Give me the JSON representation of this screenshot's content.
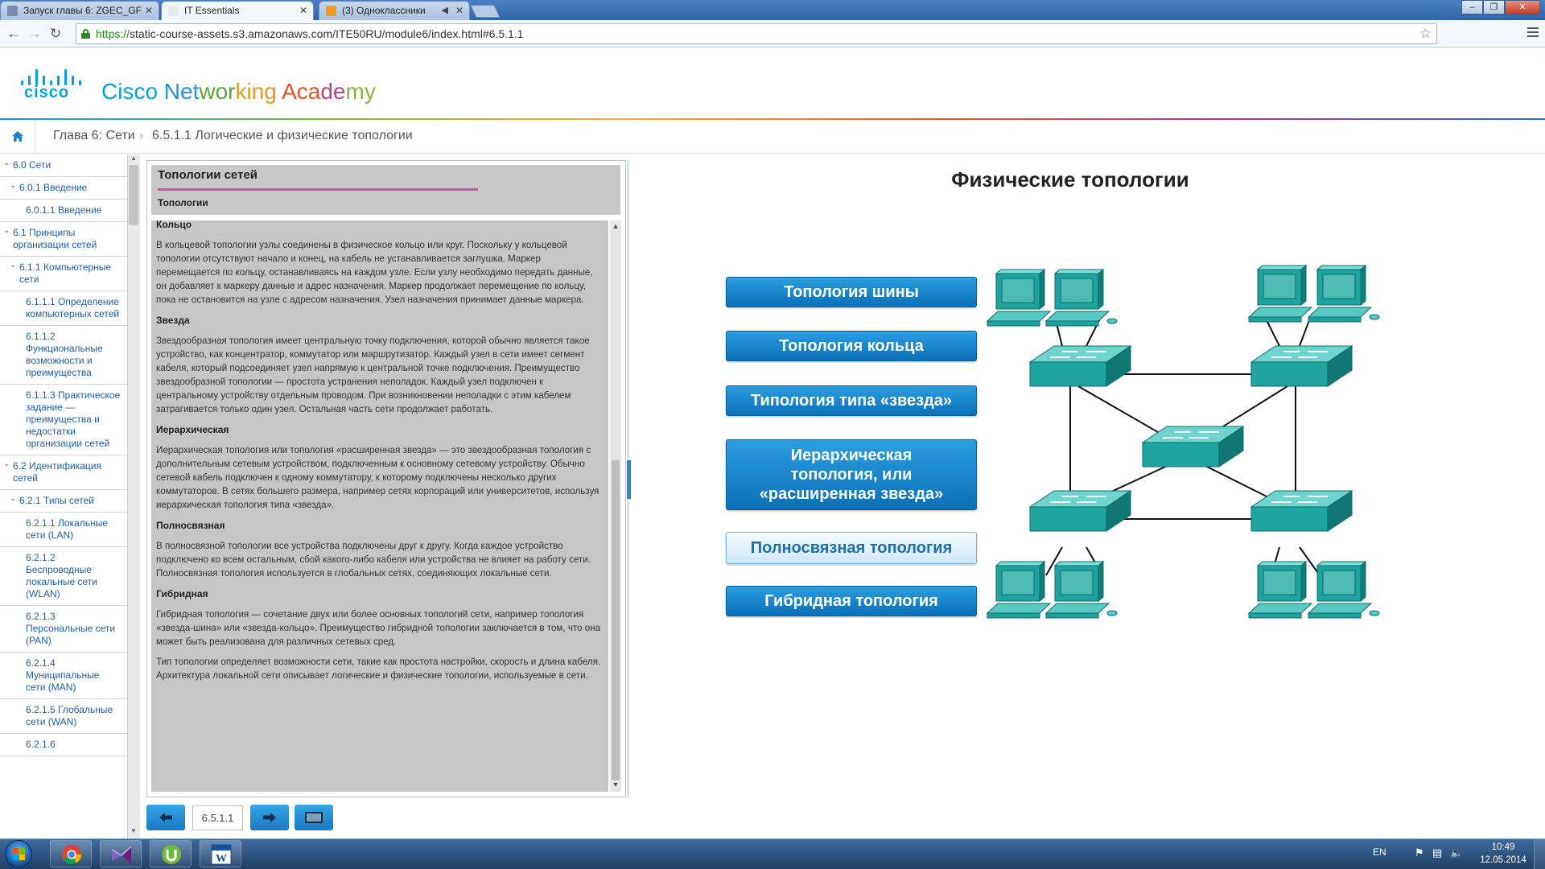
{
  "browser": {
    "tabs": [
      {
        "title": "Запуск главы 6: ZGEC_GF",
        "favicon_color": "#7a8fb0"
      },
      {
        "title": "IT Essentials",
        "favicon_color": "#e7ecf3"
      },
      {
        "title": "(3) Одноклассники",
        "favicon_color": "#f39a21"
      }
    ],
    "url_https": "https://",
    "url_rest": "static-course-assets.s3.amazonaws.com/ITE50RU/module6/index.html#6.5.1.1"
  },
  "header": {
    "logo_word": "cisco",
    "academy_parts": [
      {
        "text": "Cisco ",
        "color": "#049fd9"
      },
      {
        "text": "Net",
        "color": "#2a8fd8"
      },
      {
        "text": "wor",
        "color": "#5aa63a"
      },
      {
        "text": "king ",
        "color": "#e39a20"
      },
      {
        "text": "Aca",
        "color": "#d9532a"
      },
      {
        "text": "de",
        "color": "#b0457f"
      },
      {
        "text": "my",
        "color": "#8ab240"
      }
    ]
  },
  "breadcrumb": {
    "chapter": "Глава 6: Сети",
    "page": "6.5.1.1 Логические и физические топологии"
  },
  "sidebar": {
    "items": [
      {
        "label": "6.0 Сети",
        "level": 0,
        "caret": true
      },
      {
        "label": "6.0.1 Введение",
        "level": 1,
        "caret": true
      },
      {
        "label": "6.0.1.1 Введение",
        "level": 2,
        "caret": false
      },
      {
        "label": "6.1 Принципы организации сетей",
        "level": 0,
        "caret": true
      },
      {
        "label": "6.1.1 Компьютерные сети",
        "level": 1,
        "caret": true
      },
      {
        "label": "6.1.1.1 Определение компьютерных сетей",
        "level": 2,
        "caret": false
      },
      {
        "label": "6.1.1.2 Функциональные возможности и преимущества",
        "level": 2,
        "caret": false
      },
      {
        "label": "6.1.1.3 Практическое задание — преимущества и недостатки организации сетей",
        "level": 2,
        "caret": false
      },
      {
        "label": "6.2 Идентификация сетей",
        "level": 0,
        "caret": true
      },
      {
        "label": "6.2.1 Типы сетей",
        "level": 1,
        "caret": true
      },
      {
        "label": "6.2.1.1 Локальные сети (LAN)",
        "level": 2,
        "caret": false
      },
      {
        "label": "6.2.1.2 Беспроводные локальные сети (WLAN)",
        "level": 2,
        "caret": false
      },
      {
        "label": "6.2.1.3 Персональные сети (PAN)",
        "level": 2,
        "caret": false
      },
      {
        "label": "6.2.1.4 Муниципальные сети (MAN)",
        "level": 2,
        "caret": false
      },
      {
        "label": "6.2.1.5 Глобальные сети (WAN)",
        "level": 2,
        "caret": false
      },
      {
        "label": "6.2.1.6",
        "level": 2,
        "caret": false
      }
    ]
  },
  "content": {
    "title": "Топологии сетей",
    "subtitle": "Топологии",
    "sections": [
      {
        "heading": "Кольцо",
        "paragraphs": [
          "В кольцевой топологии узлы соединены в физическое кольцо или круг. Поскольку у кольцевой топологии отсутствуют начало и конец, на кабель не устанавливается заглушка. Маркер перемещается по кольцу, останавливаясь на каждом узле. Если узлу необходимо передать данные, он добавляет к маркеру данные и адрес назначения. Маркер продолжает перемещение по кольцу, пока не остановится на узле с адресом назначения. Узел назначения принимает данные маркера."
        ]
      },
      {
        "heading": "Звезда",
        "paragraphs": [
          "Звездообразная топология имеет центральную точку подключения, которой обычно является такое устройство, как концентратор, коммутатор или маршрутизатор. Каждый узел в сети имеет сегмент кабеля, который подсоединяет узел напрямую к центральной точке подключения. Преимущество звездообразной топологии — простота устранения неполадок. Каждый узел подключен к центральному устройству отдельным проводом. При возникновении неполадки с этим кабелем затрагивается только один узел. Остальная часть сети продолжает работать."
        ]
      },
      {
        "heading": "Иерархическая",
        "paragraphs": [
          "Иерархическая топология или топология «расширенная звезда» — это звездообразная топология с дополнительным сетевым устройством, подключенным к основному сетевому устройству. Обычно сетевой кабель подключен к одному коммутатору, к которому подключены несколько других коммутаторов. В сетях большего размера, например сетях корпораций или университетов, используя иерархическая топология типа «звезда»."
        ]
      },
      {
        "heading": "Полносвязная",
        "paragraphs": [
          "В полносвязной топологии все устройства подключены друг к другу. Когда каждое устройство подключено ко всем остальным, сбой какого-либо кабеля или устройства не влияет на работу сети. Полносвязная топология используется в глобальных сетях, соединяющих локальные сети."
        ]
      },
      {
        "heading": "Гибридная",
        "paragraphs": [
          "Гибридная топология — сочетание двух или более основных топологий сети, например топология «звезда-шина» или «звезда-кольцо». Преимущество гибридной топологии заключается в том, что она может быть реализована для различных сетевых сред.",
          "Тип топологии определяет возможности сети, такие как простота настройки, скорость и длина кабеля. Архитектура локальной сети описывает логические и физические топологии, используемые в сети."
        ]
      }
    ]
  },
  "pager": {
    "page": "6.5.1.1"
  },
  "diagram": {
    "title": "Физические топологии",
    "buttons": [
      {
        "label": "Топология шины",
        "selected": false
      },
      {
        "label": "Топология кольца",
        "selected": false
      },
      {
        "label": "Типология типа «звезда»",
        "selected": false
      },
      {
        "label": "Иерархическая топология, или «расширенная звезда»",
        "selected": false
      },
      {
        "label": "Полносвязная топология",
        "selected": true
      },
      {
        "label": "Гибридная топология",
        "selected": false
      }
    ],
    "device_color": "#1fa3a0"
  },
  "taskbar": {
    "lang": "EN",
    "time": "10:49",
    "date": "12.05.2014",
    "apps": [
      "chrome-icon",
      "visual-studio-icon",
      "utorrent-icon",
      "word-icon"
    ]
  }
}
